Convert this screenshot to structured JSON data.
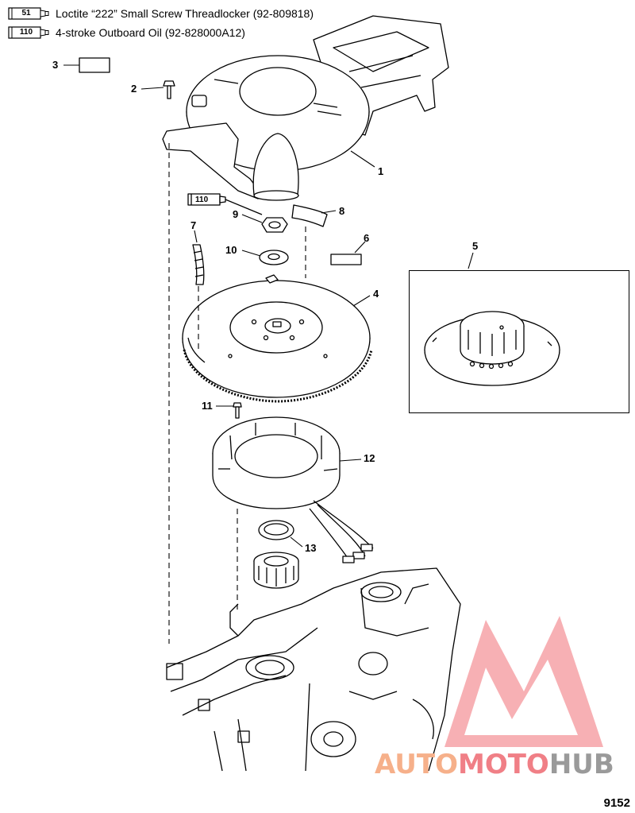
{
  "legend": [
    {
      "tube_code": "51",
      "text": "Loctite “222” Small Screw Threadlocker  (92-809818)"
    },
    {
      "tube_code": "110",
      "text": "4-stroke Outboard Oil (92-828000A12)"
    }
  ],
  "callouts": {
    "c1": "1",
    "c2": "2",
    "c3": "3",
    "c4": "4",
    "c5": "5",
    "c6": "6",
    "c7": "7",
    "c8": "8",
    "c9": "9",
    "c10": "10",
    "c11": "11",
    "c12": "12",
    "c13": "13"
  },
  "inline_tube_code": "110",
  "watermark": {
    "part1": "AUTO",
    "part2": "MOTO",
    "part3": "HUB"
  },
  "figure_number": "9152",
  "colors": {
    "watermark_red": "#f07f86",
    "watermark_orange": "#f6b08a",
    "watermark_gray": "#9a9a9a"
  }
}
